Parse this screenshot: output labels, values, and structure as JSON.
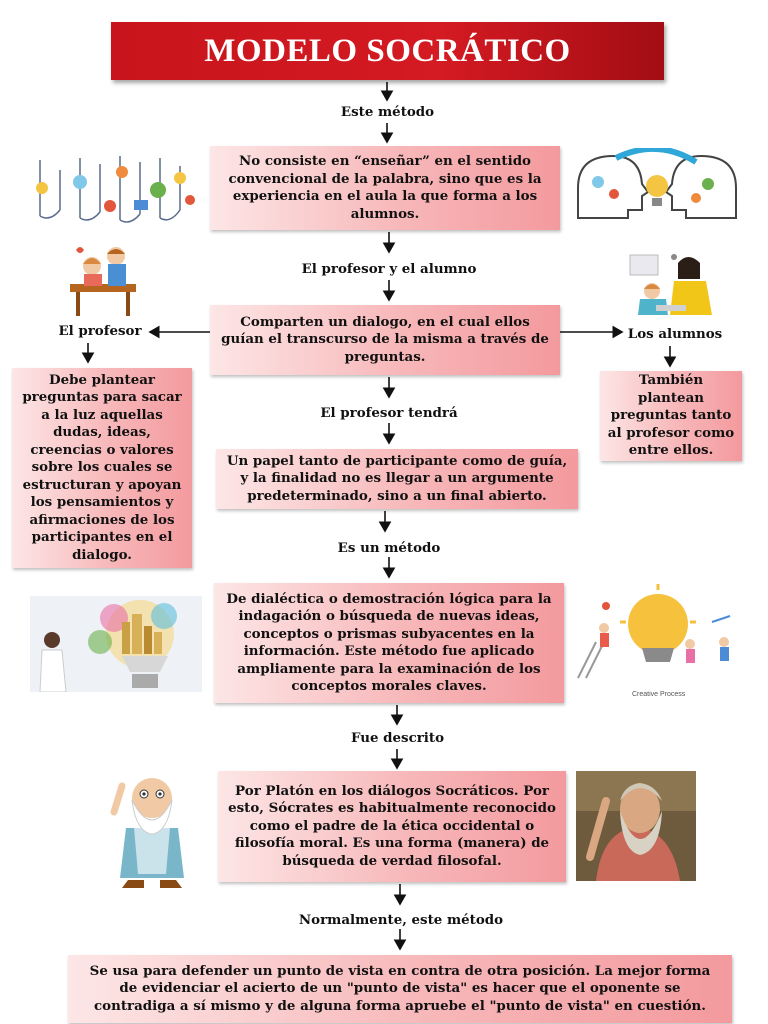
{
  "title": "MODELO SOCRÁTICO",
  "labels": {
    "este_metodo": "Este método",
    "profesor_alumno": "El profesor y el alumno",
    "el_profesor": "El profesor",
    "los_alumnos": "Los alumnos",
    "profesor_tendra": "El profesor tendrá",
    "es_un_metodo": "Es un método",
    "fue_descrito": "Fue descrito",
    "normalmente": "Normalmente, este método"
  },
  "boxes": {
    "no_consiste": "No consiste en “enseñar” en el sentido convencional de la palabra, sino que es la experiencia en el aula la que forma a los alumnos.",
    "comparten": "Comparten un dialogo, en el cual ellos guían el transcurso de la misma a través de preguntas.",
    "profesor_debe": "Debe plantear preguntas para sacar a la luz aquellas dudas, ideas, creencias o valores sobre los cuales se estructuran y apoyan los pensamientos y afirmaciones de los participantes en el dialogo.",
    "alumnos_tambien": "También plantean preguntas tanto al profesor como entre ellos.",
    "papel": "Un papel tanto de participante como de guía, y la finalidad no es llegar a un argumente predeterminado, sino a un final abierto.",
    "dialectica": "De dialéctica o demostración lógica para la indagación o búsqueda de nuevas ideas, conceptos o prismas subyacentes en la información. Este método fue aplicado ampliamente para la examinación de los conceptos morales claves.",
    "platon": "Por Platón en los diálogos Socráticos. Por esto, Sócrates es habitualmente reconocido como el padre de la ética occidental o filosofía moral. Es una forma (manera) de búsqueda de verdad filosofal.",
    "defender": "Se usa para defender un punto de vista en contra de otra posición. La mejor forma de evidenciar el acierto de un \"punto de vista\" es hacer que el oponente se contradiga a sí mismo y de alguna forma apruebe el \"punto de vista\" en cuestión."
  },
  "illustrations": {
    "creative_caption": "Creative Process"
  },
  "colors": {
    "title_red": "#c8141c",
    "box_light": "#fde6e6",
    "box_dark": "#f39a9e"
  },
  "icons": [
    "brain-ideas-icon",
    "head-ideas-icon",
    "teacher-student-icon",
    "student-helper-icon",
    "lightbulb-city-icon",
    "lightbulb-team-icon",
    "socrates-cartoon-icon",
    "plato-portrait-icon"
  ]
}
